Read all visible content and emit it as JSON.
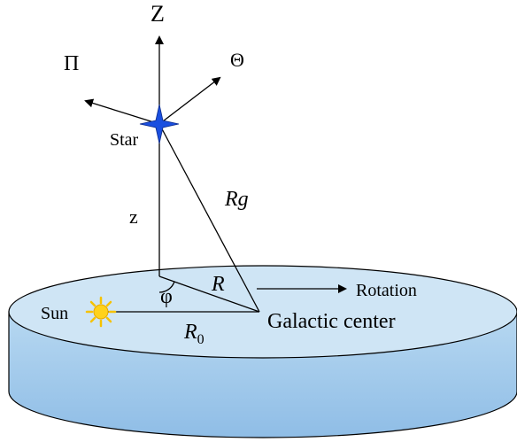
{
  "labels": {
    "axis_z": "Z",
    "axis_pi": "Π",
    "axis_theta": "Θ",
    "star": "Star",
    "height": "z",
    "galactocentric_distance": "Rg",
    "projected_radius": "R",
    "angle": "φ",
    "sun": "Sun",
    "sun_distance_base": "R",
    "sun_distance_sub": "0",
    "rotation": "Rotation",
    "galactic_center": "Galactic center"
  },
  "colors": {
    "disk_top": "#cfe5f5",
    "disk_side": "#9fc8ea",
    "disk_edge": "#000000",
    "star_marker": "#1a4fe0",
    "sun_marker": "#f6c200",
    "lines": "#000000"
  },
  "icons": {
    "star_marker": "four-point-star-icon",
    "sun_marker": "sun-icon"
  }
}
